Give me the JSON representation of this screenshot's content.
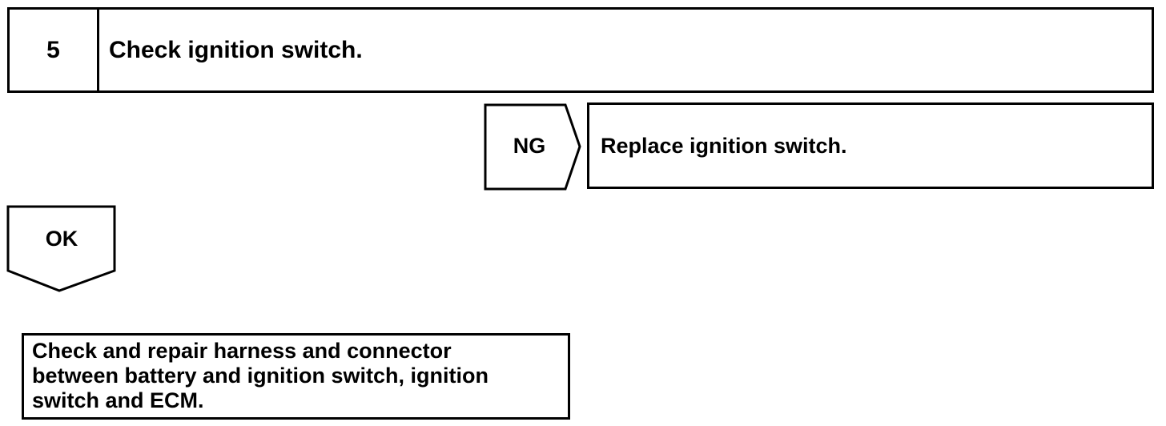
{
  "step": {
    "number": "5",
    "title": "Check ignition switch."
  },
  "ng_branch": {
    "label": "NG",
    "action": "Replace ignition switch."
  },
  "ok_branch": {
    "label": "OK"
  },
  "repair": {
    "lines": [
      "Check and repair harness and connector",
      "between battery and ignition switch, ignition",
      "switch and ECM."
    ]
  }
}
